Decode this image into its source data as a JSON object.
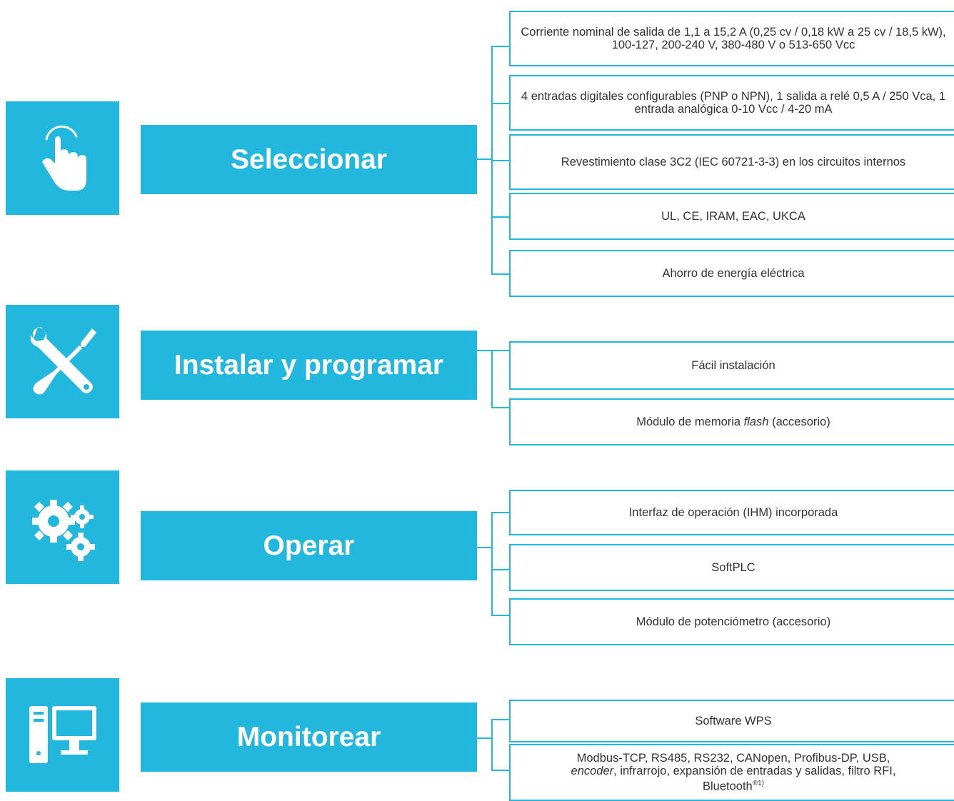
{
  "colors": {
    "accent": "#22b7dd",
    "text": "#333333"
  },
  "sections": [
    {
      "title": "Seleccionar",
      "icon": "touch-hand-icon",
      "features": [
        "Corriente nominal de salida de 1,1 a 15,2 A (0,25 cv / 0,18 kW a 25 cv / 18,5 kW), 100-127, 200-240 V, 380-480 V o 513-650 Vcc",
        "4 entradas digitales configurables (PNP o NPN), 1 salida a relé 0,5 A / 250 Vca, 1 entrada analógica 0-10 Vcc / 4-20 mA",
        "Revestimiento clase 3C2 (IEC 60721-3-3) en los circuitos internos",
        "UL, CE, IRAM, EAC, UKCA",
        "Ahorro de energía eléctrica"
      ]
    },
    {
      "title": "Instalar y programar",
      "icon": "wrench-screwdriver-icon",
      "features": [
        "Fácil instalación",
        "Módulo de memoria flash (accesorio)"
      ]
    },
    {
      "title": "Operar",
      "icon": "gears-icon",
      "features": [
        "Interfaz de operación (IHM) incorporada",
        "SoftPLC",
        "Módulo de potenciómetro (accesorio)"
      ]
    },
    {
      "title": "Monitorear",
      "icon": "desktop-computer-icon",
      "features": [
        "Software WPS",
        "Modbus-TCP, RS485, RS232, CANopen, Profibus-DP, USB, encoder, infrarrojo, expansión de entradas y salidas, filtro RFI, Bluetooth®1)"
      ]
    }
  ]
}
